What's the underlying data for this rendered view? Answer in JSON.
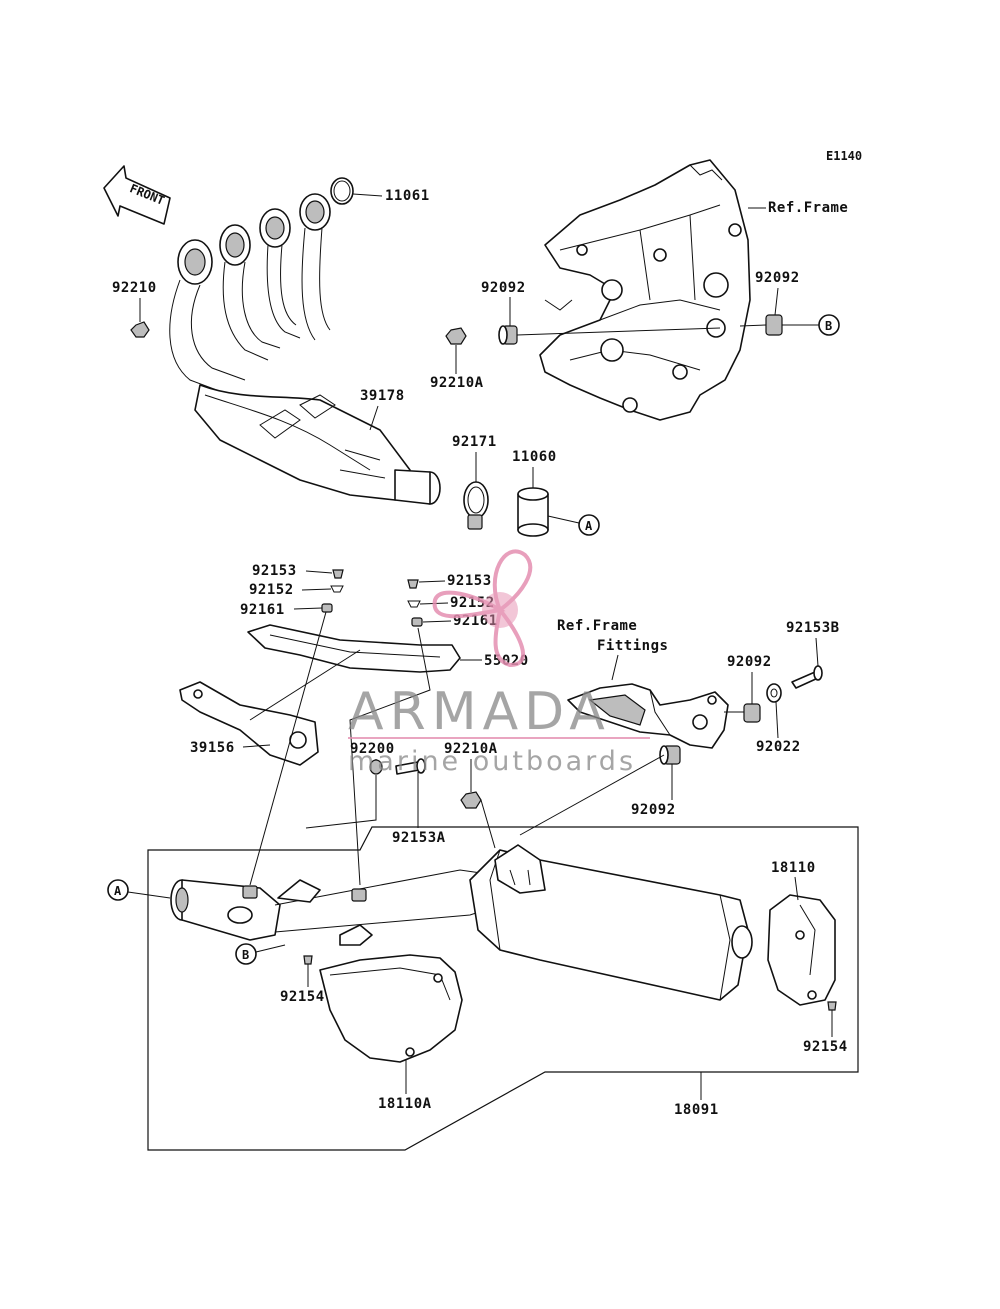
{
  "diagram_code": "E1140",
  "front_arrow_label": "FRONT",
  "ref_labels": {
    "frame": "Ref.Frame",
    "frame_fittings_line1": "Ref.Frame",
    "frame_fittings_line2": "Fittings"
  },
  "callouts": {
    "A1": "A",
    "A2": "A",
    "B1": "B",
    "B2": "B"
  },
  "parts": {
    "p11061": "11061",
    "p92210": "92210",
    "p92092_top_l": "92092",
    "p92092_top_r": "92092",
    "p92210A_top": "92210A",
    "p39178": "39178",
    "p92171": "92171",
    "p11060": "11060",
    "p92153_l": "92153",
    "p92152_l": "92152",
    "p92161_l": "92161",
    "p92153_r": "92153",
    "p92152_r": "92152",
    "p92161_r": "92161",
    "p55020": "55020",
    "p92153B": "92153B",
    "p92092_mid": "92092",
    "p92022": "92022",
    "p39156": "39156",
    "p92200": "92200",
    "p92210A_mid": "92210A",
    "p92153A": "92153A",
    "p92092_low": "92092",
    "p18110": "18110",
    "p92154_l": "92154",
    "p92154_r": "92154",
    "p18110A": "18110A",
    "p18091": "18091"
  },
  "watermark": {
    "brand": "ARMADA",
    "tagline": "marine outboards",
    "color": "#e48fb1"
  }
}
